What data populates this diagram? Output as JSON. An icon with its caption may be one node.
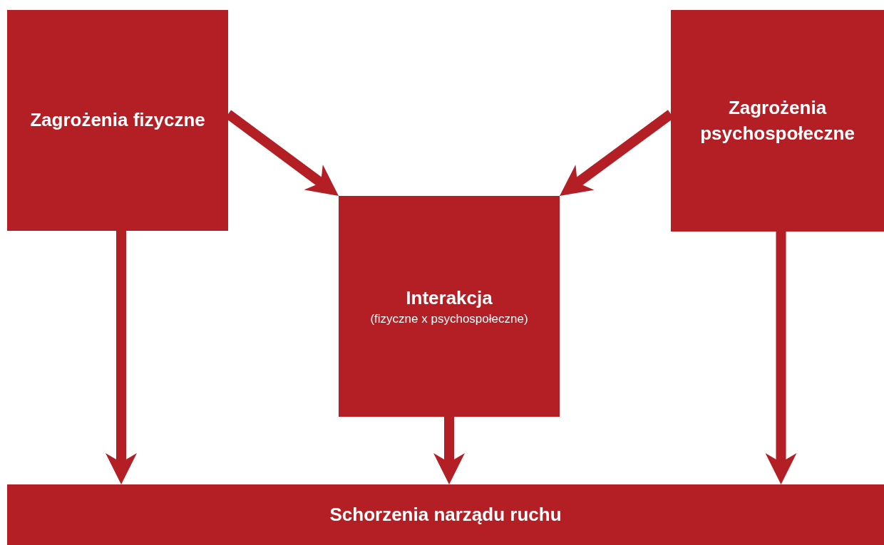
{
  "diagram": {
    "nodes": [
      {
        "text": [
          "Zagrożenia fizyczne"
        ]
      },
      {
        "text": [
          "Interakcja",
          "(fizyczne x psychospołeczne)"
        ]
      },
      {
        "text": [
          "Zagrożenia psychospołeczne"
        ]
      },
      {
        "text": [
          "Schorzenia narządu ruchu"
        ]
      }
    ],
    "edges": [
      {
        "from": 0,
        "to": 1,
        "arrow": "to"
      },
      {
        "from": 2,
        "to": 1,
        "arrow": "to"
      },
      {
        "from": 0,
        "to": 3,
        "arrow": "to"
      },
      {
        "from": 1,
        "to": 3,
        "arrow": "to"
      },
      {
        "from": 2,
        "to": 3,
        "arrow": "to"
      }
    ]
  }
}
